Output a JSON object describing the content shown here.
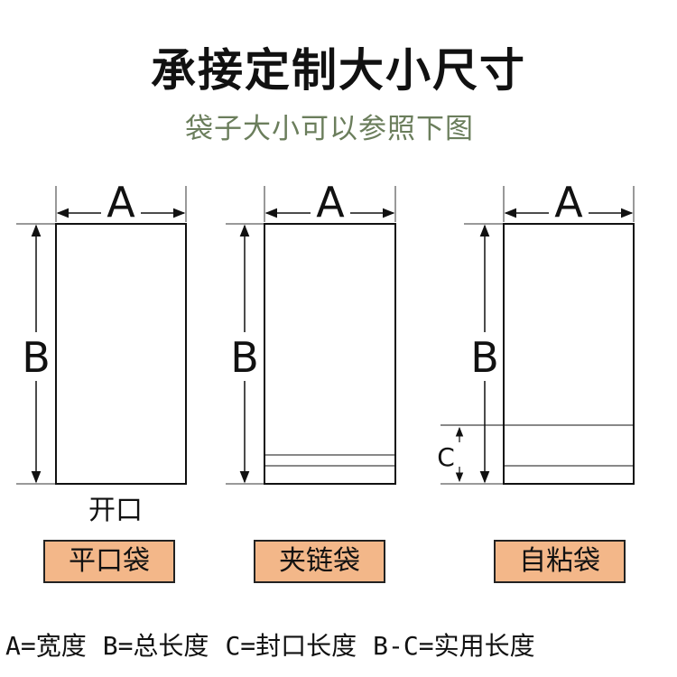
{
  "title": "承接定制大小尺寸",
  "subtitle": "袋子大小可以参照下图",
  "dim_labels": {
    "width": "A",
    "length": "B",
    "seal": "C"
  },
  "opening_label": "开口",
  "bag_types": [
    {
      "name": "平口袋"
    },
    {
      "name": "夹链袋"
    },
    {
      "name": "自粘袋"
    }
  ],
  "legend": {
    "a": "A=宽度",
    "b": "B=总长度",
    "c": "C=封口长度",
    "bc": "B-C=实用长度"
  },
  "colors": {
    "label_fill": "#f3b789",
    "subtitle": "#6b7e5c",
    "line": "#111111"
  }
}
